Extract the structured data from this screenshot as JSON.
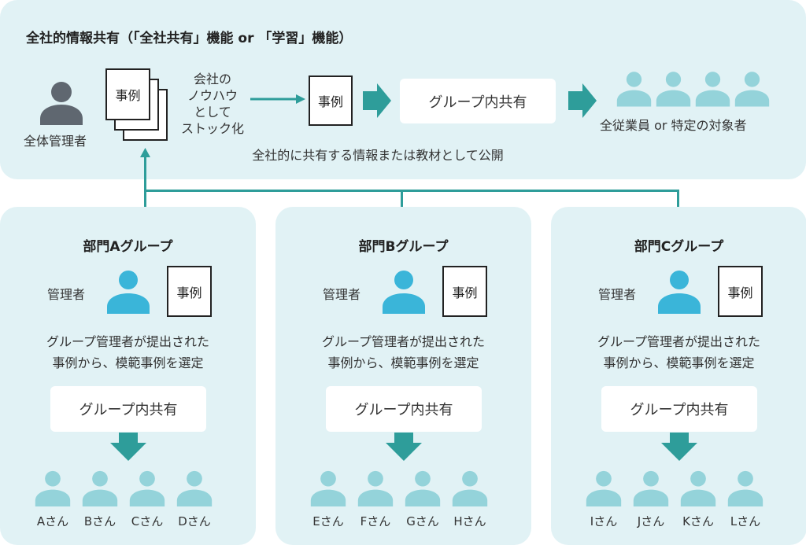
{
  "colors": {
    "panel": "#e1f2f5",
    "teal": "#2e9d9a",
    "manager": "#3ab5d9",
    "member": "#94d3da",
    "admin": "#5f6770"
  },
  "top": {
    "title": "全社的情報共有（「全社共有」機能 or 「学習」機能）",
    "admin_label": "全体管理者",
    "doc_label": "事例",
    "stock_lines": [
      "会社の",
      "ノウハウ",
      "として",
      "ストック化"
    ],
    "share_box": "グループ内共有",
    "target_label": "全従業員 or 特定の対象者",
    "caption": "全社的に共有する情報または教材として公開"
  },
  "groups": [
    {
      "title": "部門Aグループ",
      "manager_label": "管理者",
      "doc_label": "事例",
      "desc": [
        "グループ管理者が提出された",
        "事例から、模範事例を選定"
      ],
      "share_box": "グループ内共有",
      "members": [
        "Aさん",
        "Bさん",
        "Cさん",
        "Dさん"
      ]
    },
    {
      "title": "部門Bグループ",
      "manager_label": "管理者",
      "doc_label": "事例",
      "desc": [
        "グループ管理者が提出された",
        "事例から、模範事例を選定"
      ],
      "share_box": "グループ内共有",
      "members": [
        "Eさん",
        "Fさん",
        "Gさん",
        "Hさん"
      ]
    },
    {
      "title": "部門Cグループ",
      "manager_label": "管理者",
      "doc_label": "事例",
      "desc": [
        "グループ管理者が提出された",
        "事例から、模範事例を選定"
      ],
      "share_box": "グループ内共有",
      "members": [
        "Iさん",
        "Jさん",
        "Kさん",
        "Lさん"
      ]
    }
  ]
}
